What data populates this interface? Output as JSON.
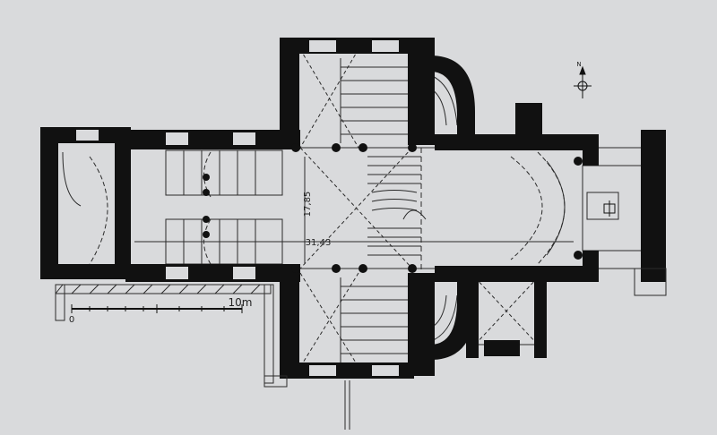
{
  "plan": {
    "dimension_width": "17,85",
    "dimension_length": "31,43"
  },
  "scale_bar": {
    "start_label": "0",
    "end_label": "10m"
  },
  "north_arrow": {
    "label": "N"
  },
  "colors": {
    "paper": "#d9dadc",
    "wall": "#111111",
    "line": "#2a2a2a"
  }
}
